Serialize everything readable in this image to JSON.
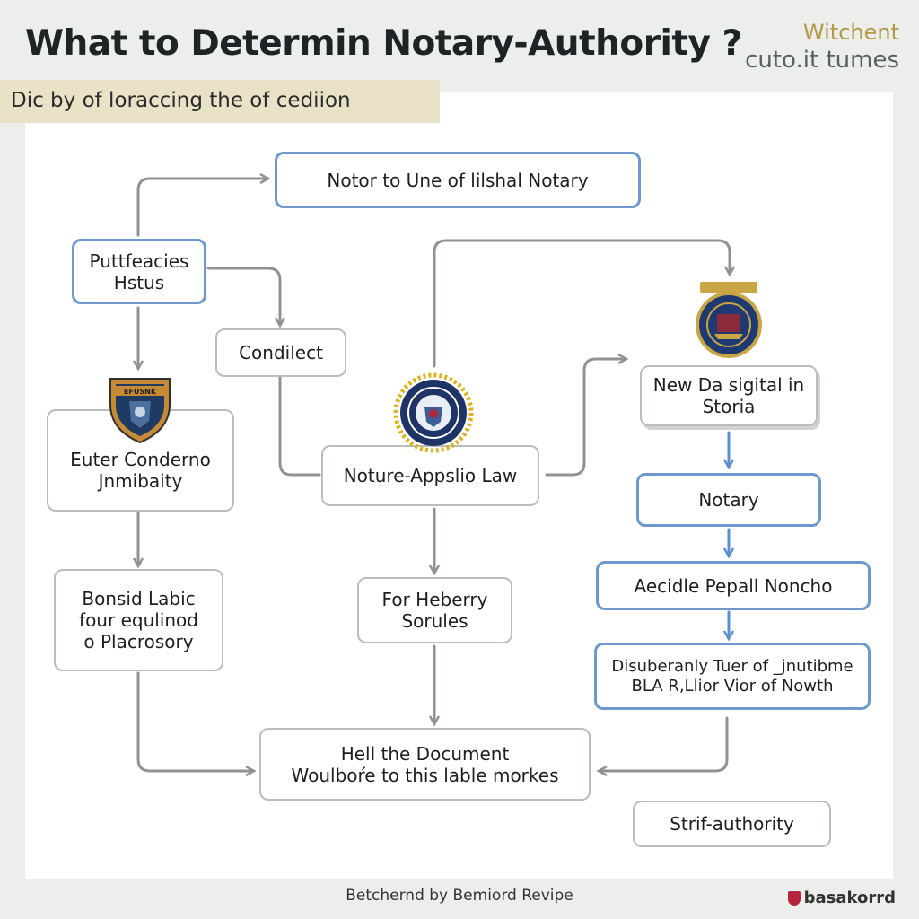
{
  "header": {
    "title": "What to Determin Notary-Authority ?",
    "brand_line1": "Witchent",
    "brand_line2": "cuto.it tumes",
    "subtitle": "Dic by of loraccing the of cediion"
  },
  "nodes": {
    "top": "Notor to Une of lilshal Notary",
    "purpose_l1": "Puttfeacies",
    "purpose_l2": "Hstus",
    "condilect": "Condilect",
    "euter_l1": "Euter Conderno",
    "euter_l2": "Jnmibaity",
    "apply_law": "Noture-Appslio Law",
    "digital_l1": "New Da sigital in",
    "digital_l2": "Storia",
    "notary": "Notary",
    "accidle": "Aecidle Pepall Noncho",
    "disub_l1": "Disuberanly Tuer of _jnutibme",
    "disub_l2": "BLA R,Llior Vior of Nowth",
    "bonsid_l1": "Bonsid Labic",
    "bonsid_l2": "four equlinod",
    "bonsid_l3": "o Placrosory",
    "heberry_l1": "For Heberry",
    "heberry_l2": "Sorules",
    "document_l1": "Hell the Document",
    "document_l2": "Woulboŕe to this lable morkes",
    "self": "Strif-authority"
  },
  "emblems": {
    "shield_text": "EFUSNK"
  },
  "colors": {
    "gray_border": "#b9bcc0",
    "blue_border": "#6e99cd",
    "gray_arrow": "#8f9397",
    "blue_arrow": "#5b8fd0",
    "subtitle_bg": "#e9e2c7"
  },
  "footer": {
    "caption": "Betchernd by Bemiord Revipe",
    "brand": "basakorrd"
  }
}
